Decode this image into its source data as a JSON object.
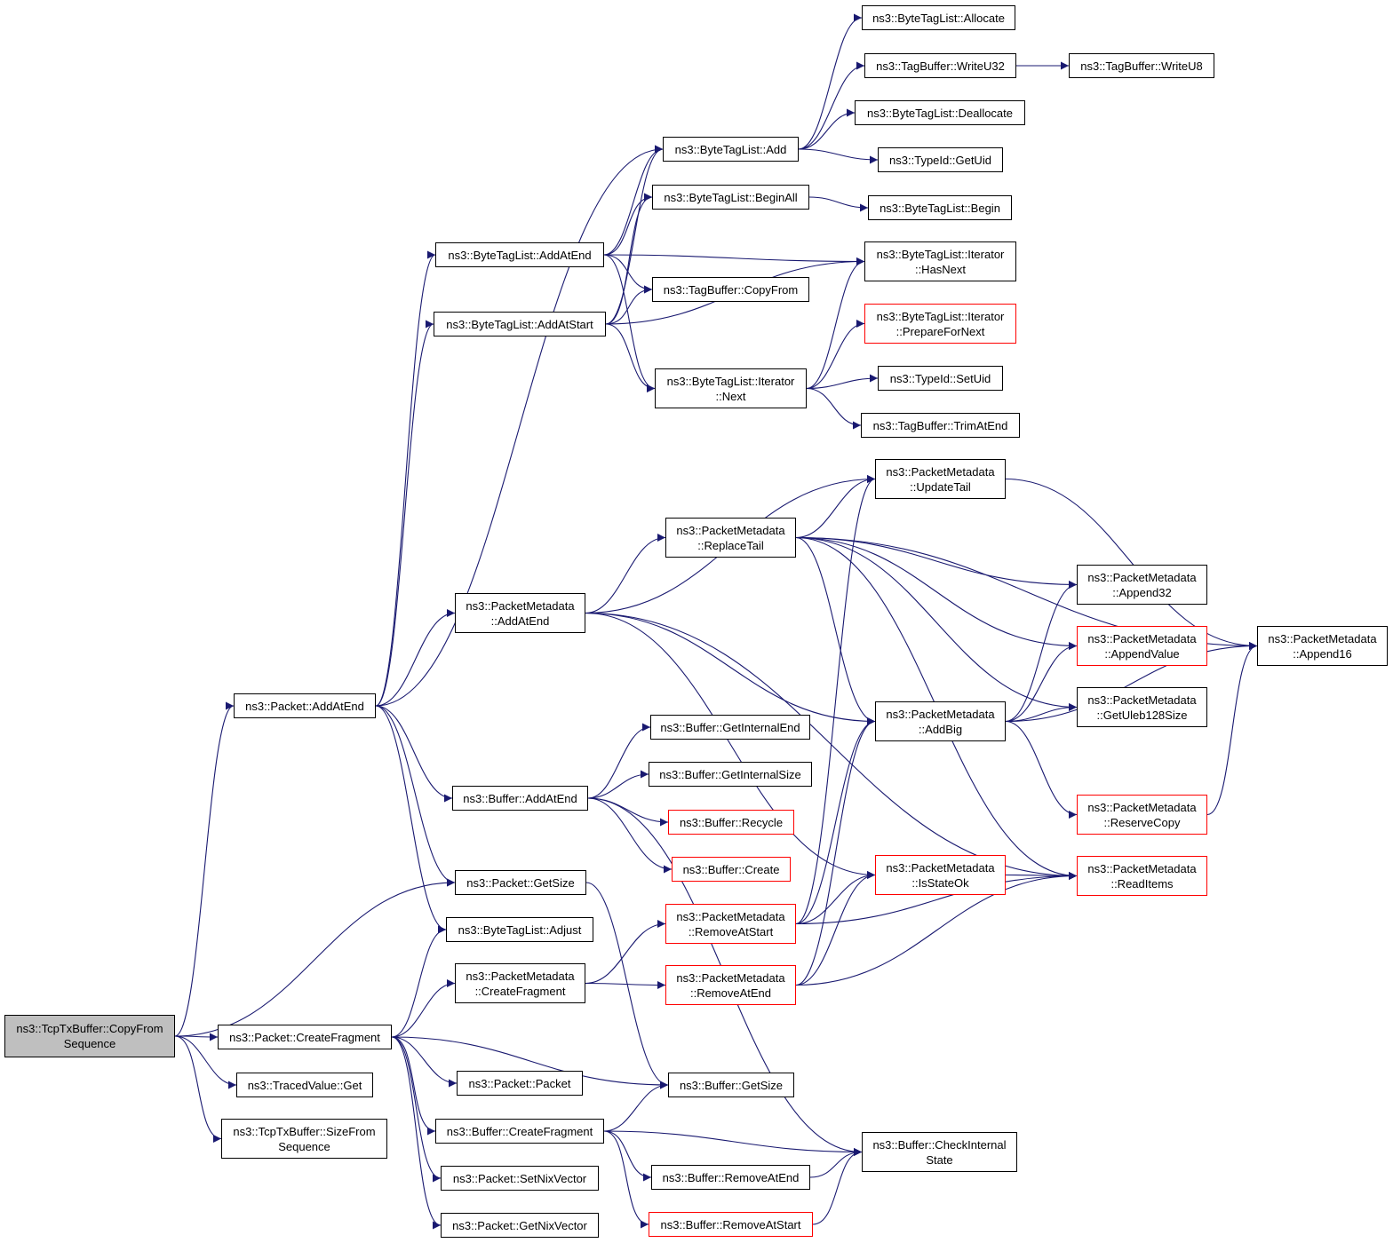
{
  "colors": {
    "edge": "#191970",
    "box": "#000000",
    "truncated": "#ff0000",
    "root_fill": "#bfbfbf"
  },
  "nodes": {
    "copyFromSeq": [
      "ns3::TcpTxBuffer::CopyFrom",
      "Sequence"
    ],
    "pktAddAtEnd": [
      "ns3::Packet::AddAtEnd"
    ],
    "pktGetSize": [
      "ns3::Packet::GetSize"
    ],
    "pktCreateFragment": [
      "ns3::Packet::CreateFragment"
    ],
    "tracedGet": [
      "ns3::TracedValue::Get"
    ],
    "sizeFromSeq": [
      "ns3::TcpTxBuffer::SizeFrom",
      "Sequence"
    ],
    "btlAddAtEnd": [
      "ns3::ByteTagList::AddAtEnd"
    ],
    "btlAddAtStart": [
      "ns3::ByteTagList::AddAtStart"
    ],
    "pmAddAtEnd": [
      "ns3::PacketMetadata",
      "::AddAtEnd"
    ],
    "bufAddAtEnd": [
      "ns3::Buffer::AddAtEnd"
    ],
    "btlAdjust": [
      "ns3::ByteTagList::Adjust"
    ],
    "pmCreateFragment": [
      "ns3::PacketMetadata",
      "::CreateFragment"
    ],
    "pktPacket": [
      "ns3::Packet::Packet"
    ],
    "bufCreateFragment": [
      "ns3::Buffer::CreateFragment"
    ],
    "pktSetNix": [
      "ns3::Packet::SetNixVector"
    ],
    "pktGetNix": [
      "ns3::Packet::GetNixVector"
    ],
    "btlAdd": [
      "ns3::ByteTagList::Add"
    ],
    "btlBeginAll": [
      "ns3::ByteTagList::BeginAll"
    ],
    "tbCopyFrom": [
      "ns3::TagBuffer::CopyFrom"
    ],
    "btlIterNext": [
      "ns3::ByteTagList::Iterator",
      "::Next"
    ],
    "pmReplaceTail": [
      "ns3::PacketMetadata",
      "::ReplaceTail"
    ],
    "bufGetInternalEnd": [
      "ns3::Buffer::GetInternalEnd"
    ],
    "bufGetInternalSize": [
      "ns3::Buffer::GetInternalSize"
    ],
    "bufRecycle": [
      "ns3::Buffer::Recycle"
    ],
    "bufCreate": [
      "ns3::Buffer::Create"
    ],
    "pmRemoveAtStart": [
      "ns3::PacketMetadata",
      "::RemoveAtStart"
    ],
    "pmRemoveAtEnd": [
      "ns3::PacketMetadata",
      "::RemoveAtEnd"
    ],
    "bufGetSize": [
      "ns3::Buffer::GetSize"
    ],
    "bufRemoveAtEnd": [
      "ns3::Buffer::RemoveAtEnd"
    ],
    "bufRemoveAtStart": [
      "ns3::Buffer::RemoveAtStart"
    ],
    "btlAllocate": [
      "ns3::ByteTagList::Allocate"
    ],
    "tbWriteU32": [
      "ns3::TagBuffer::WriteU32"
    ],
    "btlDeallocate": [
      "ns3::ByteTagList::Deallocate"
    ],
    "typeIdGetUid": [
      "ns3::TypeId::GetUid"
    ],
    "btlBegin": [
      "ns3::ByteTagList::Begin"
    ],
    "btlIterHasNext": [
      "ns3::ByteTagList::Iterator",
      "::HasNext"
    ],
    "btlIterPrepare": [
      "ns3::ByteTagList::Iterator",
      "::PrepareForNext"
    ],
    "typeIdSetUid": [
      "ns3::TypeId::SetUid"
    ],
    "tbTrimAtEnd": [
      "ns3::TagBuffer::TrimAtEnd"
    ],
    "pmUpdateTail": [
      "ns3::PacketMetadata",
      "::UpdateTail"
    ],
    "pmAddBig": [
      "ns3::PacketMetadata",
      "::AddBig"
    ],
    "pmIsStateOk": [
      "ns3::PacketMetadata",
      "::IsStateOk"
    ],
    "bufCheckInternal": [
      "ns3::Buffer::CheckInternal",
      "State"
    ],
    "tbWriteU8": [
      "ns3::TagBuffer::WriteU8"
    ],
    "pmAppend32": [
      "ns3::PacketMetadata",
      "::Append32"
    ],
    "pmAppendValue": [
      "ns3::PacketMetadata",
      "::AppendValue"
    ],
    "pmGetUleb": [
      "ns3::PacketMetadata",
      "::GetUleb128Size"
    ],
    "pmReserveCopy": [
      "ns3::PacketMetadata",
      "::ReserveCopy"
    ],
    "pmReadItems": [
      "ns3::PacketMetadata",
      "::ReadItems"
    ],
    "pmAppend16": [
      "ns3::PacketMetadata",
      "::Append16"
    ]
  },
  "edges": [
    [
      "copyFromSeq",
      "pktAddAtEnd"
    ],
    [
      "copyFromSeq",
      "pktGetSize"
    ],
    [
      "copyFromSeq",
      "pktCreateFragment"
    ],
    [
      "copyFromSeq",
      "tracedGet"
    ],
    [
      "copyFromSeq",
      "sizeFromSeq"
    ],
    [
      "pktAddAtEnd",
      "btlAdd"
    ],
    [
      "pktAddAtEnd",
      "btlAddAtEnd"
    ],
    [
      "pktAddAtEnd",
      "btlAddAtStart"
    ],
    [
      "pktAddAtEnd",
      "pmAddAtEnd"
    ],
    [
      "pktAddAtEnd",
      "bufAddAtEnd"
    ],
    [
      "pktAddAtEnd",
      "pktGetSize"
    ],
    [
      "pktAddAtEnd",
      "btlAdjust"
    ],
    [
      "pktCreateFragment",
      "btlAdjust"
    ],
    [
      "pktCreateFragment",
      "pmCreateFragment"
    ],
    [
      "pktCreateFragment",
      "pktPacket"
    ],
    [
      "pktCreateFragment",
      "bufGetSize"
    ],
    [
      "pktCreateFragment",
      "bufCreateFragment"
    ],
    [
      "pktCreateFragment",
      "pktSetNix"
    ],
    [
      "pktCreateFragment",
      "pktGetNix"
    ],
    [
      "pktGetSize",
      "bufGetSize"
    ],
    [
      "btlAddAtEnd",
      "btlAdd"
    ],
    [
      "btlAddAtEnd",
      "btlBeginAll"
    ],
    [
      "btlAddAtEnd",
      "btlIterHasNext"
    ],
    [
      "btlAddAtEnd",
      "tbCopyFrom"
    ],
    [
      "btlAddAtEnd",
      "btlIterNext"
    ],
    [
      "btlAddAtStart",
      "btlAdd"
    ],
    [
      "btlAddAtStart",
      "btlBeginAll"
    ],
    [
      "btlAddAtStart",
      "tbCopyFrom"
    ],
    [
      "btlAddAtStart",
      "btlIterHasNext"
    ],
    [
      "btlAddAtStart",
      "btlIterNext"
    ],
    [
      "btlAdd",
      "btlAllocate"
    ],
    [
      "btlAdd",
      "tbWriteU32"
    ],
    [
      "btlAdd",
      "btlDeallocate"
    ],
    [
      "btlAdd",
      "typeIdGetUid"
    ],
    [
      "tbWriteU32",
      "tbWriteU8"
    ],
    [
      "btlBeginAll",
      "btlBegin"
    ],
    [
      "btlIterNext",
      "btlIterHasNext"
    ],
    [
      "btlIterNext",
      "btlIterPrepare"
    ],
    [
      "btlIterNext",
      "typeIdSetUid"
    ],
    [
      "btlIterNext",
      "tbTrimAtEnd"
    ],
    [
      "pmAddAtEnd",
      "pmUpdateTail"
    ],
    [
      "pmAddAtEnd",
      "pmReplaceTail"
    ],
    [
      "pmAddAtEnd",
      "pmAddBig"
    ],
    [
      "pmAddAtEnd",
      "pmIsStateOk"
    ],
    [
      "pmAddAtEnd",
      "pmReadItems"
    ],
    [
      "pmReplaceTail",
      "pmUpdateTail"
    ],
    [
      "pmReplaceTail",
      "pmAppend16"
    ],
    [
      "pmReplaceTail",
      "pmAppend32"
    ],
    [
      "pmReplaceTail",
      "pmAppendValue"
    ],
    [
      "pmReplaceTail",
      "pmGetUleb"
    ],
    [
      "pmReplaceTail",
      "pmAddBig"
    ],
    [
      "pmReplaceTail",
      "pmReadItems"
    ],
    [
      "pmUpdateTail",
      "pmAppend16"
    ],
    [
      "pmAddBig",
      "pmAppend32"
    ],
    [
      "pmAddBig",
      "pmAppendValue"
    ],
    [
      "pmAddBig",
      "pmGetUleb"
    ],
    [
      "pmAddBig",
      "pmAppend16"
    ],
    [
      "pmAddBig",
      "pmReserveCopy"
    ],
    [
      "pmReserveCopy",
      "pmAppend16"
    ],
    [
      "pmIsStateOk",
      "pmReadItems"
    ],
    [
      "bufAddAtEnd",
      "bufGetInternalEnd"
    ],
    [
      "bufAddAtEnd",
      "bufGetInternalSize"
    ],
    [
      "bufAddAtEnd",
      "bufRecycle"
    ],
    [
      "bufAddAtEnd",
      "bufCreate"
    ],
    [
      "bufAddAtEnd",
      "bufCheckInternal"
    ],
    [
      "pmCreateFragment",
      "pmRemoveAtStart"
    ],
    [
      "pmCreateFragment",
      "pmRemoveAtEnd"
    ],
    [
      "pmRemoveAtStart",
      "pmUpdateTail"
    ],
    [
      "pmRemoveAtStart",
      "pmAddBig"
    ],
    [
      "pmRemoveAtStart",
      "pmIsStateOk"
    ],
    [
      "pmRemoveAtStart",
      "pmReadItems"
    ],
    [
      "pmRemoveAtEnd",
      "pmAddBig"
    ],
    [
      "pmRemoveAtEnd",
      "pmIsStateOk"
    ],
    [
      "pmRemoveAtEnd",
      "pmReadItems"
    ],
    [
      "bufCreateFragment",
      "bufGetSize"
    ],
    [
      "bufCreateFragment",
      "bufCheckInternal"
    ],
    [
      "bufCreateFragment",
      "bufRemoveAtEnd"
    ],
    [
      "bufCreateFragment",
      "bufRemoveAtStart"
    ],
    [
      "bufRemoveAtEnd",
      "bufCheckInternal"
    ],
    [
      "bufRemoveAtStart",
      "bufCheckInternal"
    ]
  ]
}
